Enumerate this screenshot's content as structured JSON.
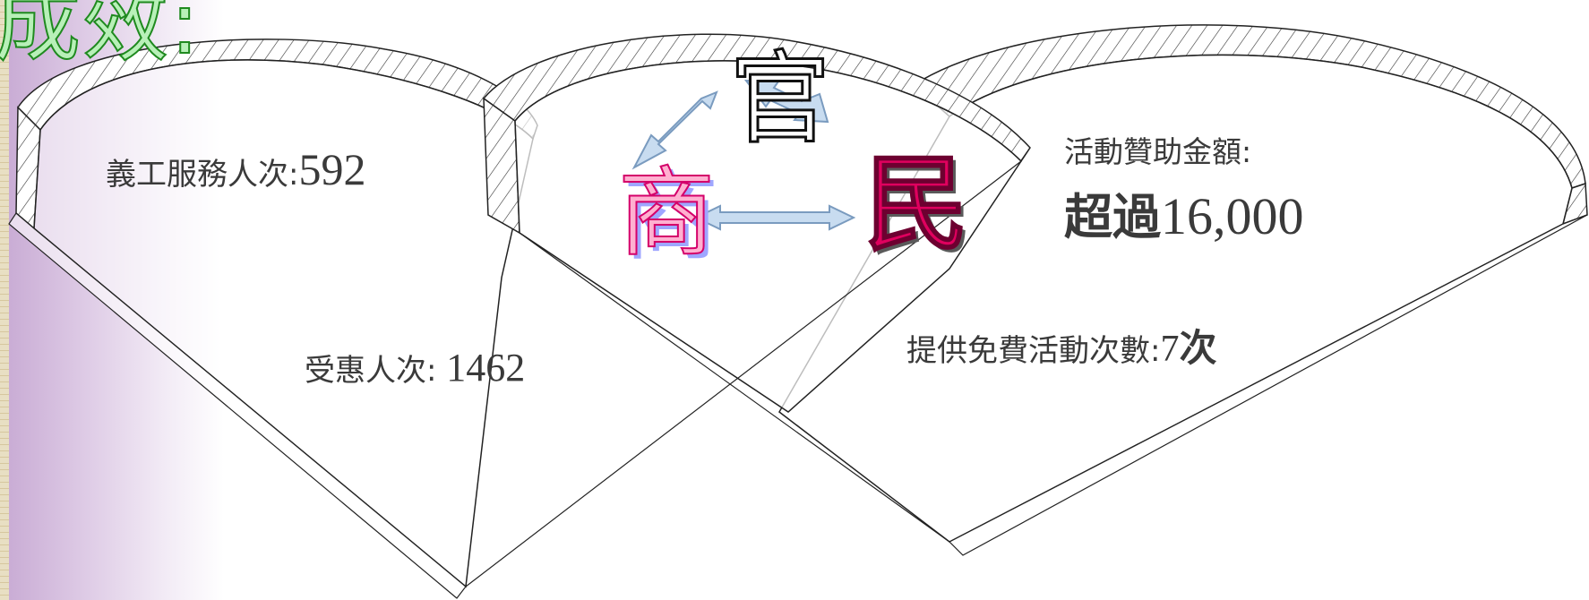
{
  "title": "成效:",
  "stats": {
    "volunteer": {
      "label": "義工服務人次:",
      "value": "592"
    },
    "beneficiary": {
      "label": "受惠人次: ",
      "value": "1462"
    },
    "sponsorship": {
      "label": "活動贊助金額:",
      "value_prefix": "超過",
      "value": "16,000"
    },
    "free_events": {
      "label": "提供免費活動次數:",
      "value": "7",
      "suffix": "次"
    }
  },
  "characters": {
    "official": "官",
    "business": "商",
    "citizen": "民"
  },
  "colors": {
    "sidebar": "#c7a9d3",
    "title_fill": "#b8f0b8",
    "title_stroke": "#1f8a1f",
    "arrow_fill": "#c8dcf0",
    "arrow_stroke": "#7a9bbf",
    "business_char": "#ffb0d0",
    "citizen_char": "#e0005e"
  }
}
